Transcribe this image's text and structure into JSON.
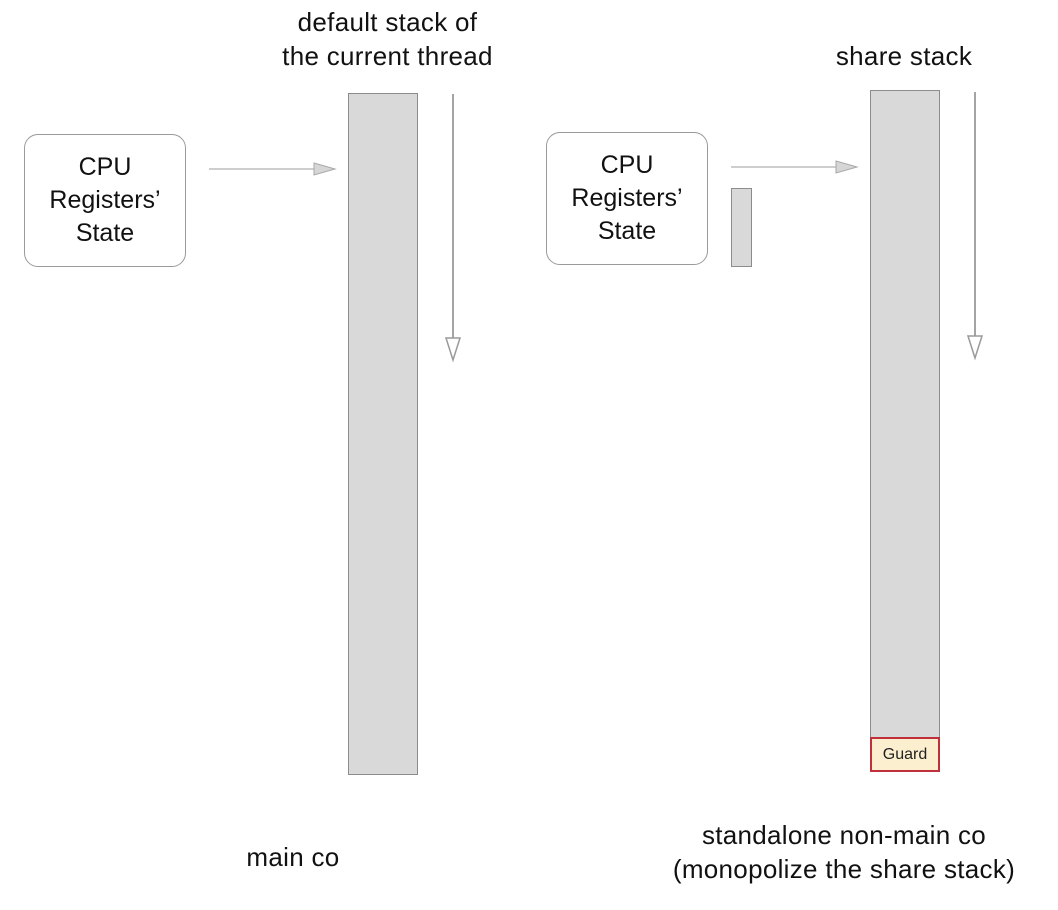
{
  "left_panel": {
    "stack_title_line1": "default stack of",
    "stack_title_line2": "the current thread",
    "registers_line1": "CPU",
    "registers_line2": "Registers’",
    "registers_line3": "State",
    "caption": "main co"
  },
  "right_panel": {
    "stack_title": "share stack",
    "registers_line1": "CPU",
    "registers_line2": "Registers’",
    "registers_line3": "State",
    "guard_label": "Guard",
    "caption_line1": "standalone non-main co",
    "caption_line2": "(monopolize the share stack)"
  },
  "colors": {
    "stack_fill": "#d9d9d9",
    "stack_border": "#8c8c8c",
    "guard_fill": "#fcefcf",
    "guard_border": "#c0303a",
    "arrow": "#9a9a9a"
  }
}
